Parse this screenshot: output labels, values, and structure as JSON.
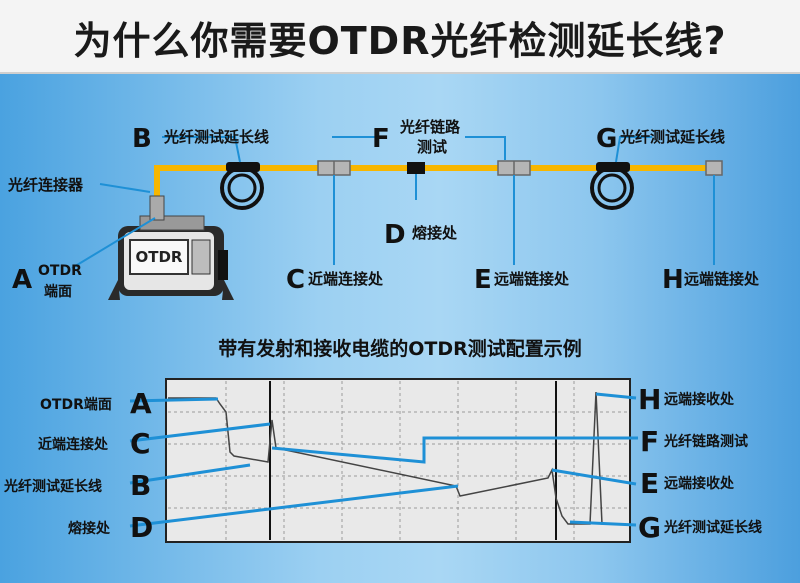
{
  "title": "为什么你需要OTDR光纤检测延长线?",
  "top_labels": {
    "B_letter": "B",
    "B_text": "光纤测试延长线",
    "F_letter": "F",
    "F_text1": "光纤链路",
    "F_text2": "测试",
    "G_letter": "G",
    "G_text": "光纤测试延长线",
    "connector": "光纤连接器",
    "device": "OTDR",
    "A_letter": "A",
    "A_text1": "OTDR",
    "A_text2": "端面",
    "D_letter": "D",
    "D_text": "熔接处",
    "C_letter": "C",
    "C_text": "近端连接处",
    "E_letter": "E",
    "E_text": "远端链接处",
    "H_letter": "H",
    "H_text": "远端链接处"
  },
  "subtitle": "带有发射和接收电缆的OTDR测试配置示例",
  "left_labels": [
    {
      "text": "OTDR端面",
      "letter": "A"
    },
    {
      "text": "近端连接处",
      "letter": "C"
    },
    {
      "text": "光纤测试延长线",
      "letter": "B"
    },
    {
      "text": "熔接处",
      "letter": "D"
    }
  ],
  "right_labels": [
    {
      "letter": "H",
      "text": "远端接收处"
    },
    {
      "letter": "F",
      "text": "光纤链路测试"
    },
    {
      "letter": "E",
      "text": "远端接收处"
    },
    {
      "letter": "G",
      "text": "光纤测试延长线"
    }
  ],
  "colors": {
    "fiber": "#f7b600",
    "callout": "#1e90d6",
    "trace": "#444444"
  }
}
